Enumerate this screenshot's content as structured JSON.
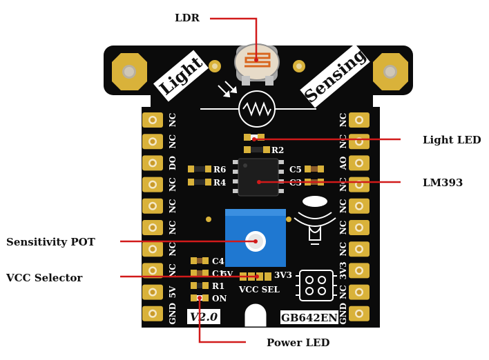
{
  "callouts": {
    "ldr": "LDR",
    "light_led": "Light LED",
    "lm393": "LM393",
    "sensitivity_pot": "Sensitivity POT",
    "vcc_selector": "VCC Selector",
    "power_led": "Power LED"
  },
  "board": {
    "title_left": "Light",
    "title_right": "Sensing",
    "left_pins": [
      "NC",
      "NC",
      "DO",
      "NC",
      "NC",
      "NC",
      "NC",
      "NC",
      "5V",
      "GND"
    ],
    "right_pins": [
      "NC",
      "NC",
      "AO",
      "NC",
      "NC",
      "NC",
      "NC",
      "3V3",
      "NC",
      "GND"
    ],
    "components": {
      "r2": "R2",
      "r6": "R6",
      "r4": "R4",
      "c5": "C5",
      "c3": "C3",
      "c4": "C4",
      "c1": "C1",
      "r1": "R1",
      "on": "ON",
      "v5": "5V",
      "v33": "3V3",
      "vcc_sel": "VCC SEL"
    },
    "version": "V2.0",
    "model": "GB642EN"
  },
  "colors": {
    "pcb": "#0b0b0b",
    "pad_gold": "#d9b23a",
    "callout_line": "#d11a1a",
    "pot_blue": "#1f78d1"
  }
}
